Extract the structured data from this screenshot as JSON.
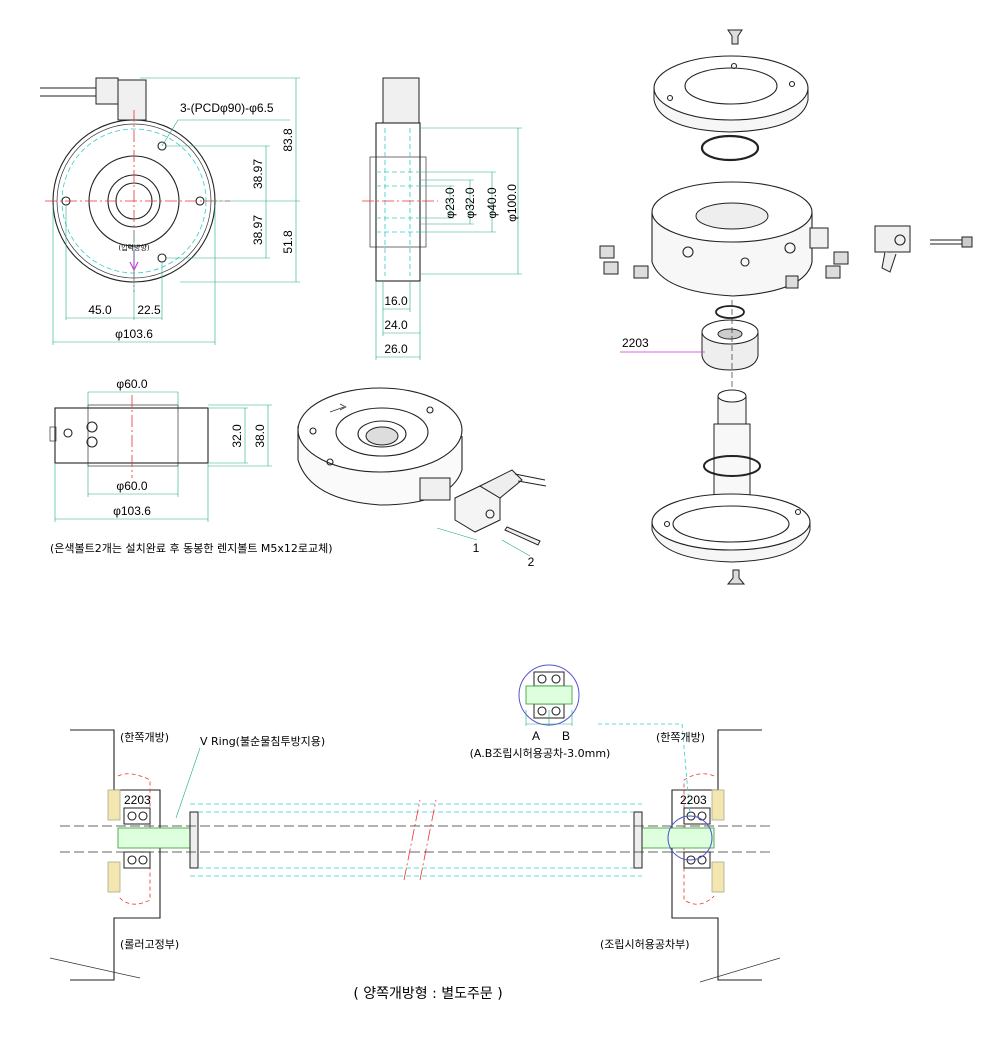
{
  "front_view": {
    "hole_note": "3-(PCDφ90)-φ6.5",
    "dim_83_8": "83.8",
    "dim_38_97_top": "38.97",
    "dim_38_97_bottom": "38.97",
    "dim_51_8": "51.8",
    "dim_45": "45.0",
    "dim_22_5": "22.5",
    "dim_dia_103_6": "φ103.6",
    "direction_label": "(입력방향)"
  },
  "side_view": {
    "dim_dia_23": "φ23.0",
    "dim_dia_32": "φ32.0",
    "dim_dia_40": "φ40.0",
    "dim_dia_100": "φ100.0",
    "dim_16": "16.0",
    "dim_24": "24.0",
    "dim_26": "26.0"
  },
  "bottom_view": {
    "dim_dia_60_top": "φ60.0",
    "dim_dia_60_bottom": "φ60.0",
    "dim_32": "32.0",
    "dim_38": "38.0",
    "dim_dia_103_6": "φ103.6"
  },
  "iso_view": {
    "callout_1": "1",
    "callout_2": "2"
  },
  "note": "(은색볼트2개는 설치완료 후 동봉한 렌지볼트 M5x12로교체)",
  "exploded": {
    "bearing_label": "2203"
  },
  "assembly": {
    "left_label_top": "(한쪽개방)",
    "right_label_top": "(한쪽개방)",
    "v_ring_label": "V Ring(불순물침투방지용)",
    "detail_a": "A",
    "detail_b": "B",
    "tolerance_note": "(A.B조립시허용공차-3.0mm)",
    "bearing_left": "2203",
    "bearing_right": "2203",
    "left_label_bottom": "(롤러고정부)",
    "right_label_bottom": "(조립시허용공차부)",
    "caption": "( 양쪽개방형 : 별도주문 )"
  }
}
